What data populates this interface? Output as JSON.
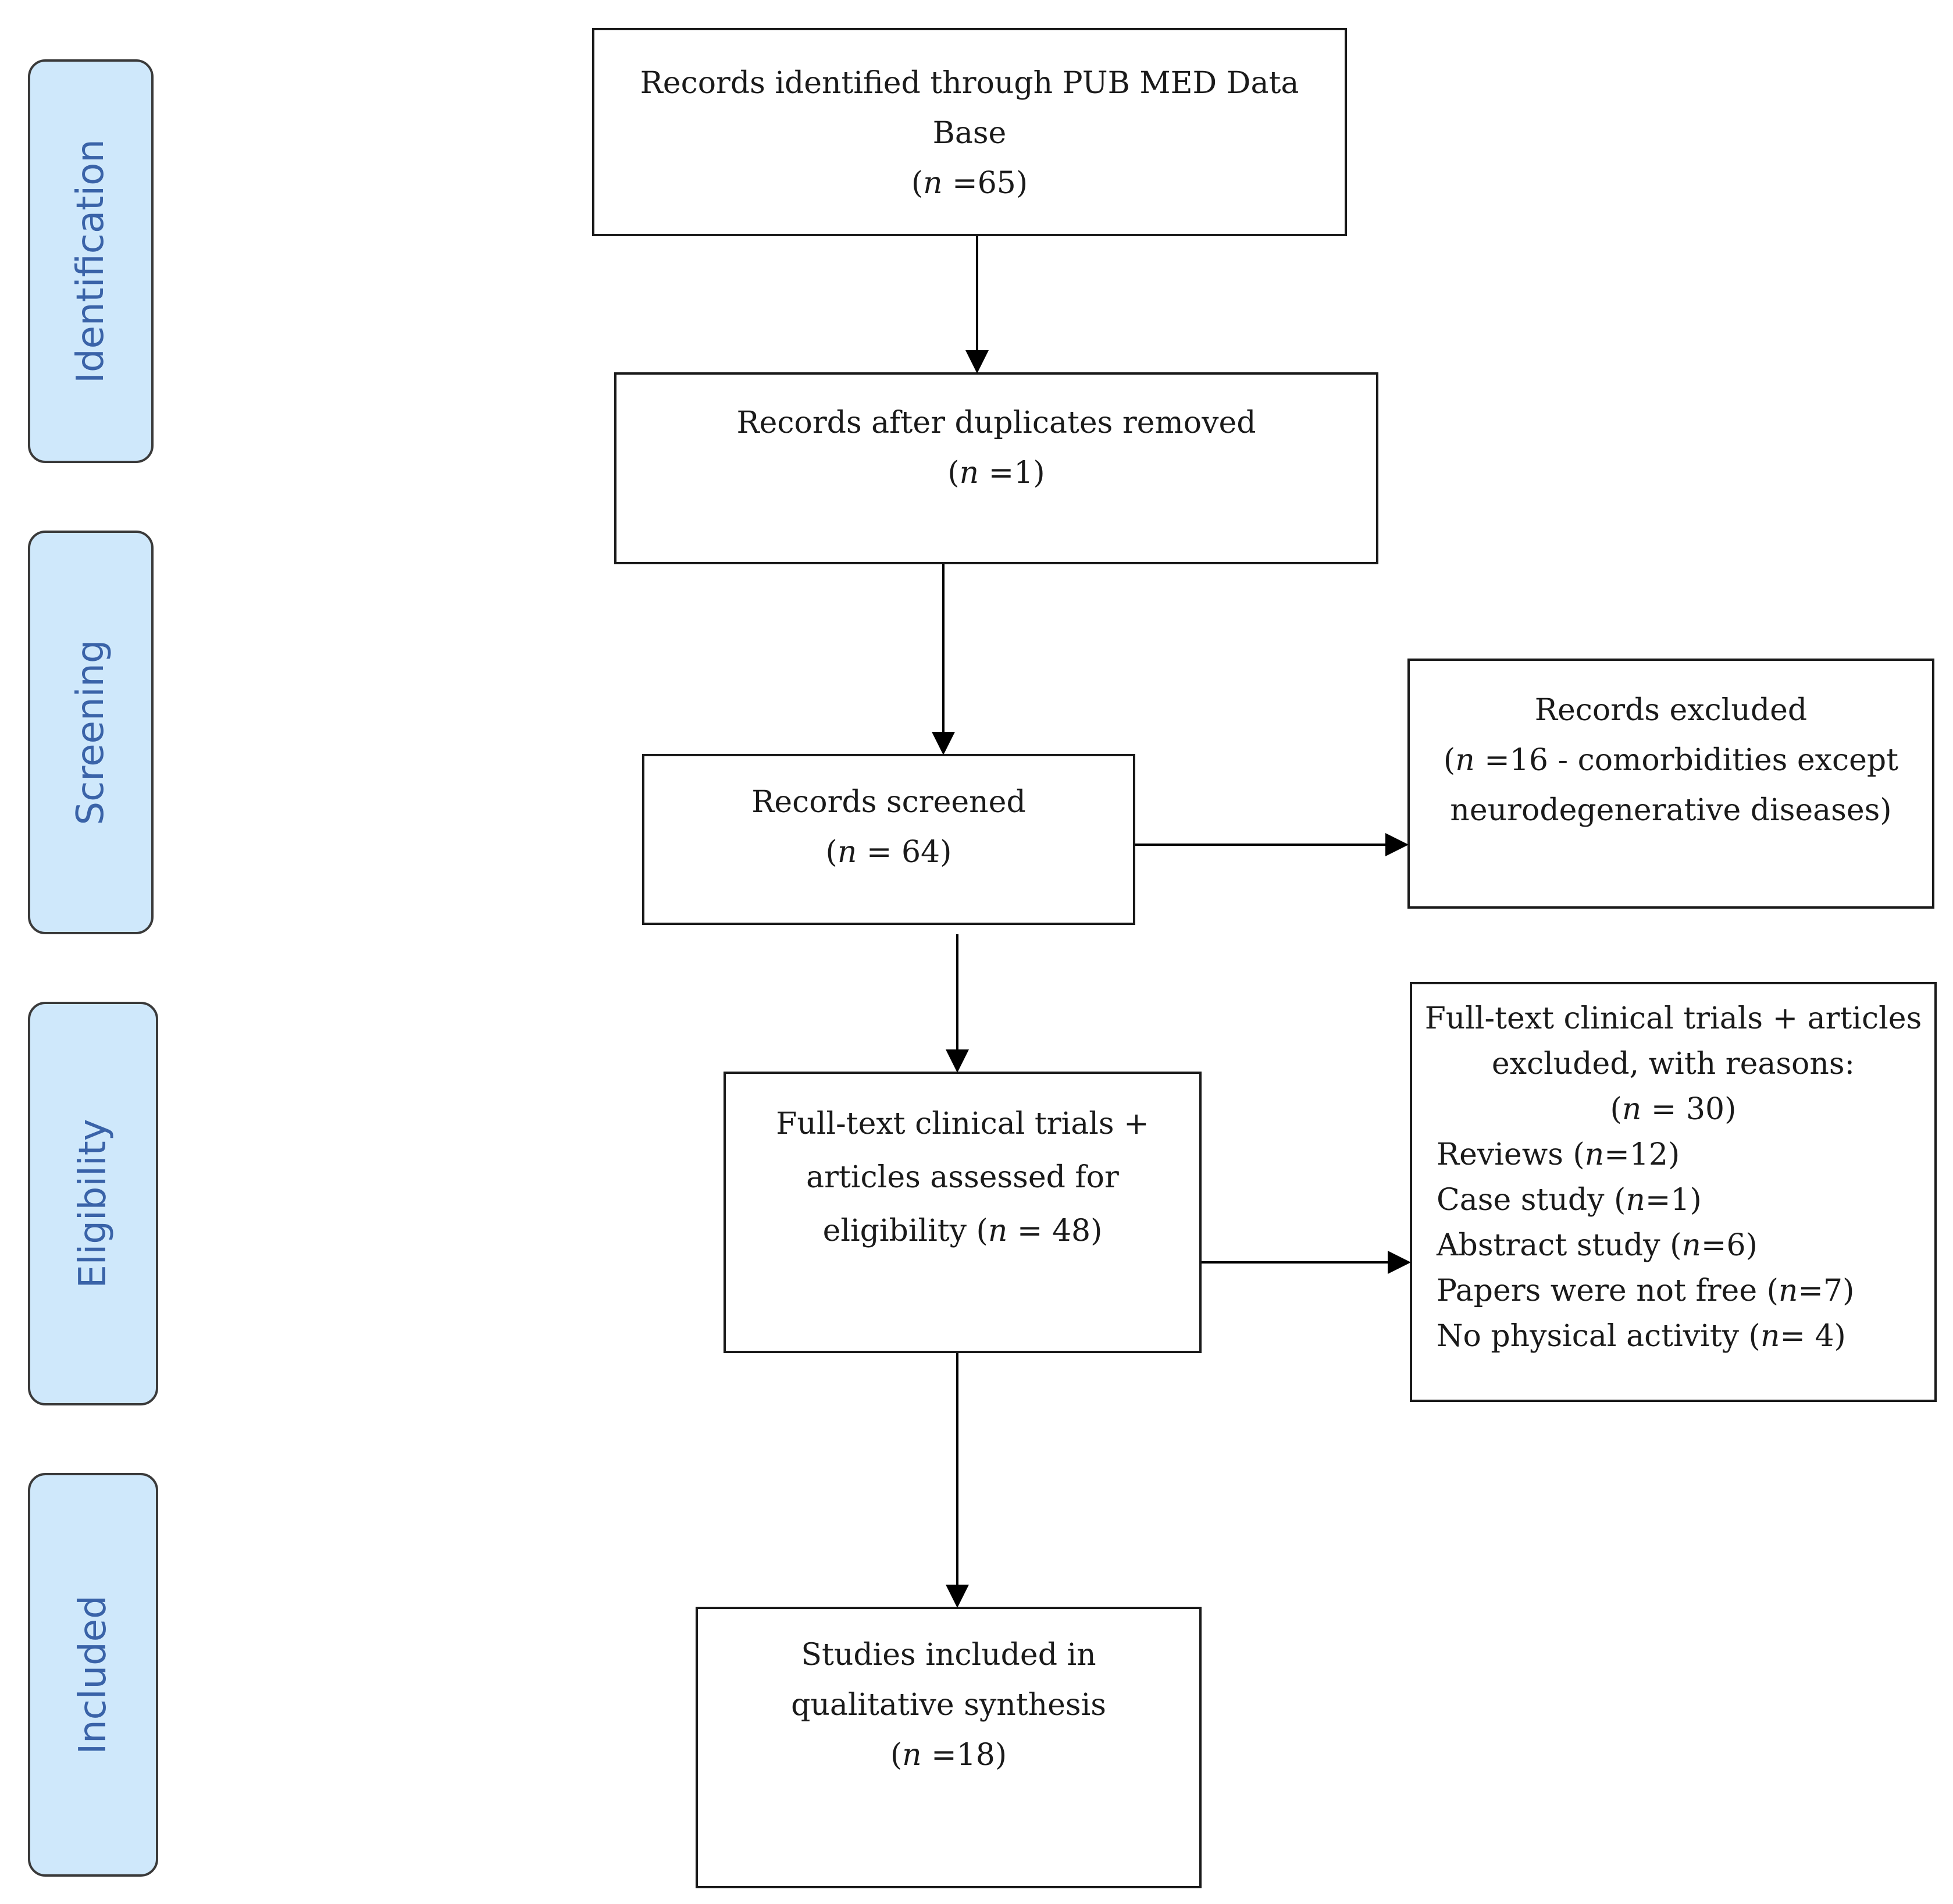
{
  "stages": {
    "identification": "Identification",
    "screening": "Screening",
    "eligibility": "Eligibility",
    "included": "Included"
  },
  "boxes": {
    "identified": {
      "line1": "Records identified through PUB MED Data",
      "line2": "Base",
      "count_open": "(",
      "n": "n",
      "count_close": " =65)"
    },
    "duplicates": {
      "line1": "Records after duplicates removed",
      "count_open": "(",
      "n": "n",
      "count_close": " =1)"
    },
    "screened": {
      "line1": "Records screened",
      "count_open": "(",
      "n": "n",
      "count_close": " = 64)"
    },
    "excluded": {
      "line1": "Records excluded",
      "line2_open": "(",
      "n": "n",
      "line2_rest": " =16 - comorbidities except",
      "line3": "neurodegenerative diseases)"
    },
    "fulltext": {
      "line1": "Full-text clinical trials +",
      "line2": "articles assessed for",
      "line3_prefix": "eligibility (",
      "n": "n",
      "line3_suffix": " = 48)"
    },
    "fulltext_excluded": {
      "line1": "Full-text clinical trials + articles",
      "line2": "excluded, with reasons:",
      "count_open": "(",
      "n": "n",
      "count_close": " = 30)",
      "reasons": [
        {
          "prefix": "Reviews (",
          "n": "n",
          "suffix": "=12)"
        },
        {
          "prefix": "Case study (",
          "n": "n",
          "suffix": "=1)"
        },
        {
          "prefix": "Abstract study (",
          "n": "n",
          "suffix": "=6)"
        },
        {
          "prefix": "Papers were not free (",
          "n": "n",
          "suffix": "=7)"
        },
        {
          "prefix": "No physical activity (",
          "n": "n",
          "suffix": "= 4)"
        }
      ]
    },
    "included": {
      "line1": "Studies included in",
      "line2": "qualitative synthesis",
      "count_open": "(",
      "n": "n",
      "count_close": " =18)"
    }
  }
}
